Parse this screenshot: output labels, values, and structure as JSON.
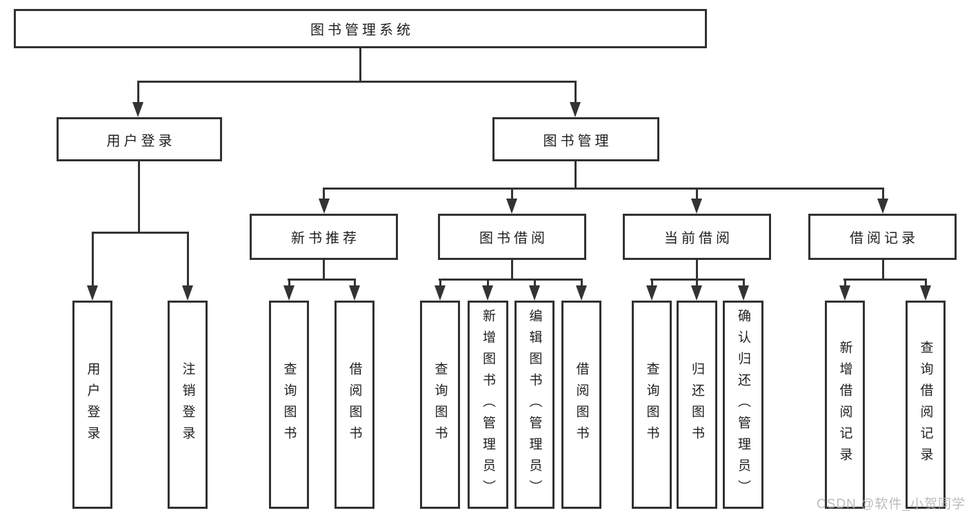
{
  "colors": {
    "background": "#ffffff",
    "line": "#333333",
    "text": "#1f1f1f",
    "watermark": "#b0b0b0"
  },
  "root": {
    "label": "图书管理系统"
  },
  "level2": {
    "userLogin": {
      "label": "用户登录"
    },
    "bookMgmt": {
      "label": "图书管理"
    }
  },
  "level3": {
    "newBooks": {
      "label": "新书推荐"
    },
    "borrow": {
      "label": "图书借阅"
    },
    "current": {
      "label": "当前借阅"
    },
    "records": {
      "label": "借阅记录"
    }
  },
  "leaves": {
    "userLogin": [
      "用户登录",
      "注销登录"
    ],
    "newBooks": [
      "查询图书",
      "借阅图书"
    ],
    "borrow": [
      "查询图书",
      "新增图书（管理员）",
      "编辑图书（管理员）",
      "借阅图书"
    ],
    "current": [
      "查询图书",
      "归还图书",
      "确认归还（管理员）"
    ],
    "records": [
      "新增借阅记录",
      "查询借阅记录"
    ]
  },
  "watermark": {
    "text": "CSDN @软件_小贺同学"
  }
}
